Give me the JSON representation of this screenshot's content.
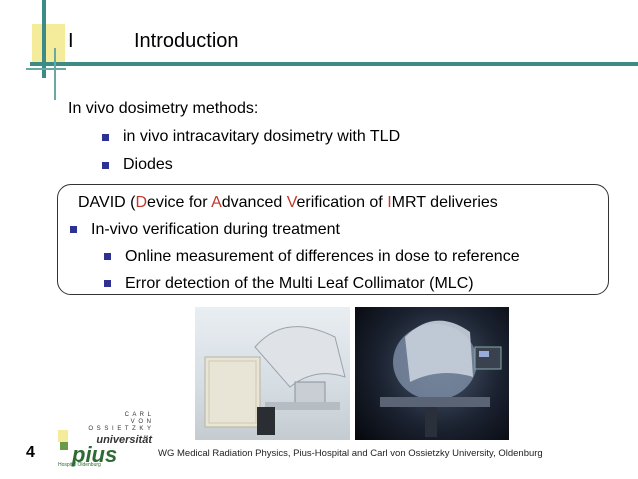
{
  "title": {
    "number": "I",
    "text": "Introduction"
  },
  "intro": {
    "heading": "In vivo dosimetry methods:",
    "items": [
      "in vivo intracavitary dosimetry with TLD",
      "Diodes"
    ]
  },
  "box": {
    "heading_parts": [
      "DAVID (",
      "D",
      "evice for ",
      "A",
      "dvanced ",
      "V",
      "erification of ",
      "I",
      "MRT deliveries"
    ],
    "level1": "In-vivo verification during treatment",
    "level2": [
      "Online measurement of differences in dose to reference",
      "Error detection of the Multi Leaf Collimator (MLC)"
    ]
  },
  "logo": {
    "top_lines": [
      "C A R L",
      "V O N",
      "O S S I E T Z K Y"
    ],
    "university": "universität",
    "pius": "pius",
    "pius_sub": "Hospital Oldenburg"
  },
  "page_number": "4",
  "footer": "WG  Medical Radiation Physics, Pius-Hospital and Carl von Ossietzky University, Oldenburg",
  "colors": {
    "bullet": "#2e3192",
    "highlight": "#c0392b",
    "accent_line": "#3d8b86",
    "accent_yellow": "#f4ec9a"
  }
}
